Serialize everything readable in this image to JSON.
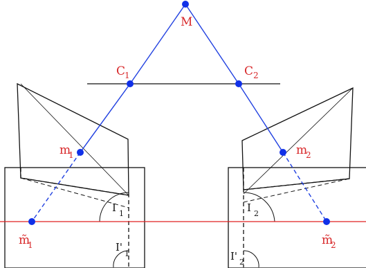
{
  "colors": {
    "ray": "#1f3fe0",
    "point": "#1030e8",
    "epipolar_line": "#e02020",
    "label_red": "#d8282a",
    "stroke": "#111111"
  },
  "labels": {
    "M": "M",
    "C1": "C",
    "C1_sub": "1",
    "C2": "C",
    "C2_sub": "2",
    "m1": "m",
    "m1_sub": "1",
    "m2": "m",
    "m2_sub": "2",
    "m1_tilde": "m̃",
    "m1_tilde_sub": "1",
    "m2_tilde": "m̃",
    "m2_tilde_sub": "2",
    "I1": "I",
    "I1_sub": "1",
    "I2": "I",
    "I2_sub": "2",
    "I1_prime": "I'",
    "I1_prime_sub": "1",
    "I2_prime": "I'",
    "I2_prime_sub": "2"
  }
}
